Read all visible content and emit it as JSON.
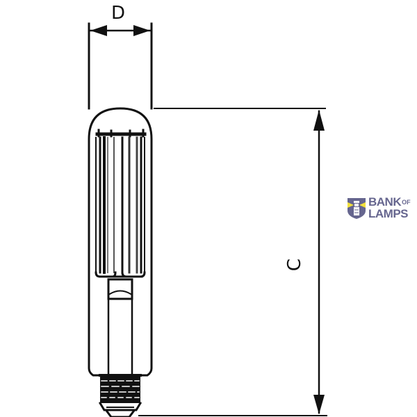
{
  "diagram": {
    "type": "lamp dimension drawing",
    "dimensions": {
      "width_label": "D",
      "height_label": "C"
    },
    "colors": {
      "line": "#111111",
      "logo_primary": "#66668f",
      "logo_accent": "#f2e13c"
    }
  },
  "logo": {
    "line1": "BANK",
    "line1_small": "OF",
    "line2": "LAMPS",
    "icon": "lighthouse-icon"
  }
}
